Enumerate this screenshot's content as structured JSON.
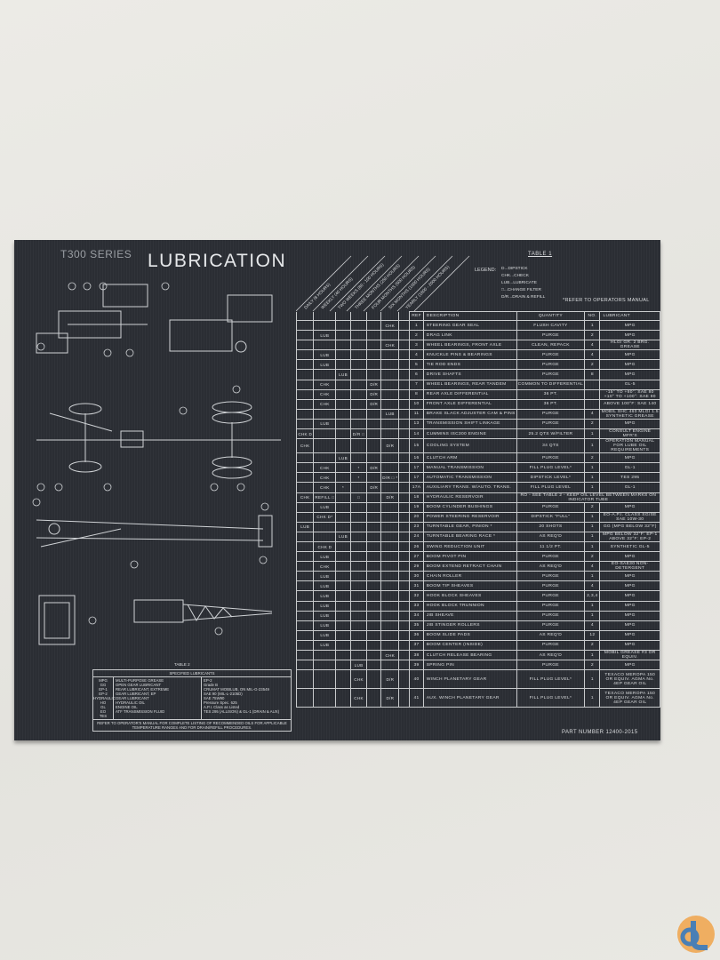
{
  "plate": {
    "series": "T300 SERIES",
    "title": "LUBRICATION",
    "table1_caption": "TABLE 1",
    "legend_label": "LEGEND:",
    "legend": [
      "D...DIPSTICK",
      "CHK...CHECK",
      "LUB...LUBRICATE",
      "□...CHANGE FILTER",
      "D/R...DRAIN & REFILL"
    ],
    "refer_note": "*REFER TO OPERATORS MANUAL",
    "intervals": [
      "DAILY (8 HOURS)",
      "WEEKLY (40 HOURS)",
      "TWO WEEKS (80 - 100 HOURS)",
      "THREE MONTHS (250 HOURS)",
      "FOUR MONTHS (500 HOURS)",
      "SIX MONTHS (1000 HOURS)",
      "YEARLY (1600 - 2000 HOURS)"
    ],
    "columns": {
      "ref": "REF",
      "description": "DESCRIPTION",
      "quantity": "QUANTITY",
      "no": "NO.",
      "lubricant": "LUBRICANT"
    },
    "rows": [
      {
        "ref": "1",
        "desc": "STEERING GEAR SEAL",
        "qty": "FLUSH CAVITY",
        "no": "1",
        "lub": "MPG",
        "marks": [
          "",
          "",
          "",
          "",
          "",
          "CHK",
          ""
        ]
      },
      {
        "ref": "2",
        "desc": "DRAG LINK",
        "qty": "PURGE",
        "no": "2",
        "lub": "MPG",
        "marks": [
          "",
          "LUB",
          "",
          "",
          "",
          "",
          ""
        ]
      },
      {
        "ref": "3",
        "desc": "WHEEL BEARINGS, FRONT AXLE",
        "qty": "CLEAN, REPACK",
        "no": "4",
        "lub": "HLGI GR. 2 BRG. GREASE",
        "marks": [
          "",
          "",
          "",
          "",
          "",
          "CHK",
          ""
        ]
      },
      {
        "ref": "4",
        "desc": "KNUCKLE PINS & BEARINGS",
        "qty": "PURGE",
        "no": "4",
        "lub": "MPG",
        "marks": [
          "",
          "LUB",
          "",
          "",
          "",
          "",
          ""
        ]
      },
      {
        "ref": "5",
        "desc": "TIE ROD ENDS",
        "qty": "PURGE",
        "no": "2",
        "lub": "MPG",
        "marks": [
          "",
          "LUB",
          "",
          "",
          "",
          "",
          ""
        ]
      },
      {
        "ref": "6",
        "desc": "DRIVE SHAFTS",
        "qty": "PURGE",
        "no": "8",
        "lub": "MPG",
        "marks": [
          "",
          "",
          "LUB",
          "",
          "",
          "",
          ""
        ]
      },
      {
        "ref": "7",
        "desc": "WHEEL BEARINGS, REAR TANDEM",
        "qty": "COMMON TO DIFFERENTIAL",
        "no": "",
        "lub": "GL-5",
        "marks": [
          "",
          "CHK",
          "",
          "",
          "D/R",
          "",
          ""
        ]
      },
      {
        "ref": "8",
        "desc": "REAR AXLE DIFFERENTIAL",
        "qty": "36 PT.",
        "no": "",
        "lub": "-15° TO +80°: SAE 80  +10° TO +100°: SAE 90",
        "marks": [
          "",
          "CHK",
          "",
          "",
          "D/R",
          "",
          ""
        ]
      },
      {
        "ref": "10",
        "desc": "FRONT AXLE DIFFERENTIAL",
        "qty": "36 PT.",
        "no": "",
        "lub": "ABOVE 100°F: SAE 140",
        "marks": [
          "",
          "CHK",
          "",
          "",
          "D/R",
          "",
          ""
        ]
      },
      {
        "ref": "11",
        "desc": "BRAKE SLACK ADJUSTER CAM & PINS",
        "qty": "PURGE",
        "no": "4",
        "lub": "MOBIL SHC 460 MLGI 1.5 SYNTHETIC GREASE",
        "marks": [
          "",
          "",
          "",
          "",
          "",
          "LUB",
          ""
        ]
      },
      {
        "ref": "13",
        "desc": "TRANSMISSION SHIFT LINKAGE",
        "qty": "PURGE",
        "no": "2",
        "lub": "MPG",
        "marks": [
          "",
          "LUB",
          "",
          "",
          "",
          "",
          ""
        ]
      },
      {
        "ref": "14",
        "desc": "CUMMINS ISC300 ENGINE",
        "qty": "25.2 QTS W/FILTER",
        "no": "1",
        "lub": "CONSULT ENGINE MFR'S",
        "marks": [
          "CHK D",
          "",
          "",
          "D/R □",
          "",
          "",
          ""
        ]
      },
      {
        "ref": "15",
        "desc": "COOLING SYSTEM",
        "qty": "34 QTS",
        "no": "1",
        "lub": "OPERATION MANUAL FOR LUBE OIL REQUIREMENTS",
        "marks": [
          "CHK",
          "",
          "",
          "",
          "",
          "D/R",
          ""
        ]
      },
      {
        "ref": "16",
        "desc": "CLUTCH ARM",
        "qty": "PURGE",
        "no": "2",
        "lub": "MPG",
        "marks": [
          "",
          "",
          "LUB",
          "",
          "",
          "",
          ""
        ]
      },
      {
        "ref": "17",
        "desc": "MANUAL TRANSMISSION",
        "qty": "FILL PLUG LEVEL*",
        "no": "1",
        "lub": "GL-1",
        "marks": [
          "",
          "CHK",
          "",
          "*",
          "D/R",
          "",
          ""
        ]
      },
      {
        "ref": "17",
        "desc": "AUTOMATIC TRANSMISSION",
        "qty": "DIPSTICK LEVEL*",
        "no": "1",
        "lub": "TES 295",
        "marks": [
          "",
          "CHK",
          "",
          "*",
          "",
          "D/R □ *",
          ""
        ]
      },
      {
        "ref": "17A",
        "desc": "AUXILIARY TRANS. W/AUTO. TRANS.",
        "qty": "FILL PLUG LEVEL",
        "no": "1",
        "lub": "GL-1",
        "marks": [
          "",
          "CHK",
          "*",
          "",
          "D/R",
          "",
          ""
        ]
      },
      {
        "ref": "18",
        "desc": "HYDRAULIC RESERVOIR",
        "qty": "RO - SEE TABLE 2 - KEEP OIL LEVEL BETWEEN MARKS ON INDICATOR TUBE",
        "no": "",
        "lub": "",
        "span": true,
        "marks": [
          "CHK",
          "REFILL □",
          "",
          "□",
          "",
          "D/R",
          ""
        ]
      },
      {
        "ref": "19",
        "desc": "BOOM CYLINDER BUSHINGS",
        "qty": "PURGE",
        "no": "2",
        "lub": "MPG",
        "marks": [
          "",
          "LUB",
          "",
          "",
          "",
          "",
          ""
        ]
      },
      {
        "ref": "20",
        "desc": "POWER STEERING RESERVOIR",
        "qty": "DIPSTICK \"FULL\"",
        "no": "1",
        "lub": "EO-A.P.I. CLASS SG/SE SAE 10W-30",
        "marks": [
          "",
          "CHK D*",
          "",
          "",
          "",
          "",
          ""
        ]
      },
      {
        "ref": "23",
        "desc": "TURNTABLE GEAR, PINION *",
        "qty": "20 SHOTS",
        "no": "1",
        "lub": "GG (MPG BELOW 32°F)",
        "marks": [
          "LUB",
          "",
          "",
          "",
          "",
          "",
          ""
        ]
      },
      {
        "ref": "24",
        "desc": "TURNTABLE BEARING RACE *",
        "qty": "AS REQ'D",
        "no": "1",
        "lub": "MPG BELOW 32°F: EP-1 ABOVE 32°F: EP-2",
        "marks": [
          "",
          "",
          "LUB",
          "",
          "",
          "",
          ""
        ]
      },
      {
        "ref": "26",
        "desc": "SWING REDUCTION UNIT",
        "qty": "11 1/2 PT.",
        "no": "1",
        "lub": "SYNTHETIC GL-5",
        "marks": [
          "",
          "CHK D",
          "",
          "",
          "",
          "",
          ""
        ]
      },
      {
        "ref": "27",
        "desc": "BOOM PIVOT PIN",
        "qty": "PURGE",
        "no": "2",
        "lub": "MPG",
        "marks": [
          "",
          "LUB",
          "",
          "",
          "",
          "",
          ""
        ]
      },
      {
        "ref": "29",
        "desc": "BOOM EXTEND RETRACT CHAIN",
        "qty": "AS REQ'D",
        "no": "4",
        "lub": "EO-SAE30 NON-DETERGENT",
        "marks": [
          "",
          "CHK",
          "",
          "",
          "",
          "",
          ""
        ]
      },
      {
        "ref": "30",
        "desc": "CHAIN ROLLER",
        "qty": "PURGE",
        "no": "1",
        "lub": "MPG",
        "marks": [
          "",
          "LUB",
          "",
          "",
          "",
          "",
          ""
        ]
      },
      {
        "ref": "31",
        "desc": "BOOM TIP SHEAVES",
        "qty": "PURGE",
        "no": "4",
        "lub": "MPG",
        "marks": [
          "",
          "LUB",
          "",
          "",
          "",
          "",
          ""
        ]
      },
      {
        "ref": "32",
        "desc": "HOOK BLOCK SHEAVES",
        "qty": "PURGE",
        "no": "2,3,4",
        "lub": "MPG",
        "marks": [
          "",
          "LUB",
          "",
          "",
          "",
          "",
          ""
        ]
      },
      {
        "ref": "33",
        "desc": "HOOK BLOCK TRUNNION",
        "qty": "PURGE",
        "no": "1",
        "lub": "MPG",
        "marks": [
          "",
          "LUB",
          "",
          "",
          "",
          "",
          ""
        ]
      },
      {
        "ref": "34",
        "desc": "JIB SHEAVE",
        "qty": "PURGE",
        "no": "1",
        "lub": "MPG",
        "marks": [
          "",
          "LUB",
          "",
          "",
          "",
          "",
          ""
        ]
      },
      {
        "ref": "35",
        "desc": "JIB STINGER ROLLERS",
        "qty": "PURGE",
        "no": "4",
        "lub": "MPG",
        "marks": [
          "",
          "LUB",
          "",
          "",
          "",
          "",
          ""
        ]
      },
      {
        "ref": "36",
        "desc": "BOOM SLIDE PADS",
        "qty": "AS REQ'D",
        "no": "12",
        "lub": "MPG",
        "marks": [
          "",
          "LUB",
          "",
          "",
          "",
          "",
          ""
        ]
      },
      {
        "ref": "37",
        "desc": "BOOM CENTER (INSIDE)",
        "qty": "PURGE",
        "no": "2",
        "lub": "MPG",
        "marks": [
          "",
          "LUB",
          "",
          "",
          "",
          "",
          ""
        ]
      },
      {
        "ref": "38",
        "desc": "CLUTCH RELEASE BEARING",
        "qty": "AS REQ'D",
        "no": "1",
        "lub": "MOBIL GREASE #3 OR EQUIV.",
        "marks": [
          "",
          "",
          "",
          "",
          "",
          "CHK",
          ""
        ]
      },
      {
        "ref": "39",
        "desc": "SPRING PIN",
        "qty": "PURGE",
        "no": "2",
        "lub": "MPG",
        "marks": [
          "",
          "",
          "",
          "LUB",
          "",
          "",
          ""
        ]
      },
      {
        "ref": "40",
        "desc": "WINCH PLANETARY GEAR",
        "qty": "FILL PLUG LEVEL*",
        "no": "1",
        "lub": "TEXACO MEROPA 150 OR EQUIV. AGMA No. 4EP GEAR OIL",
        "tall": true,
        "marks": [
          "",
          "",
          "",
          "CHK",
          "",
          "D/R",
          ""
        ]
      },
      {
        "ref": "41",
        "desc": "AUX. WINCH PLANETARY GEAR",
        "qty": "FILL PLUG LEVEL*",
        "no": "1",
        "lub": "TEXACO MEROPA 150 OR EQUIV. AGMA No. 4EP GEAR OIL",
        "tall": true,
        "marks": [
          "",
          "",
          "",
          "CHK",
          "",
          "D/R",
          ""
        ]
      }
    ],
    "table2": {
      "caption": "TABLE 2",
      "header": "SPECIFIED LUBRICANTS",
      "codes": [
        "MPG",
        "GG",
        "EP-1",
        "EP-2",
        "HYDRAULIC",
        "HO",
        "GL",
        "EO",
        "TES"
      ],
      "names": [
        "MULTI-PURPOSE GREASE",
        "OPEN GEAR LUBRICANT",
        "REAR LUBRICANT, EXTREME",
        "GEAR LUBRICANT, EP",
        "GEAR LUBRICANT",
        "HYDRAULIC OIL",
        "ENGINE OIL",
        "ATF TRANSMISSION FLUID"
      ],
      "specs": [
        "EP-2",
        "Grade B",
        "CRUMAT MOBILUB, ON MIL-G-23549",
        "SAE 90 (MIL-L-2105D)",
        "SAE 75W90",
        "Pressure Spec. 625",
        "A.P.I. Class as Listed",
        "TES 295 (ALLISON) & GL-1 (DRAIN & AUX)"
      ],
      "footnote": "REFER TO OPERATOR'S MANUAL FOR COMPLETE LISTING OF RECOMMENDED OILS FOR APPLICABLE TEMPERATURE RANGES AND FOR DRAIN/REFILL PROCEDURES."
    },
    "part_number": "PART NUMBER 12400-2015"
  },
  "colors": {
    "plate": "#2b2e34",
    "ink": "#dcdee0",
    "wall": "#e8e7e2",
    "logo_orange": "#f0a34a",
    "logo_blue": "#4a7fb5"
  }
}
